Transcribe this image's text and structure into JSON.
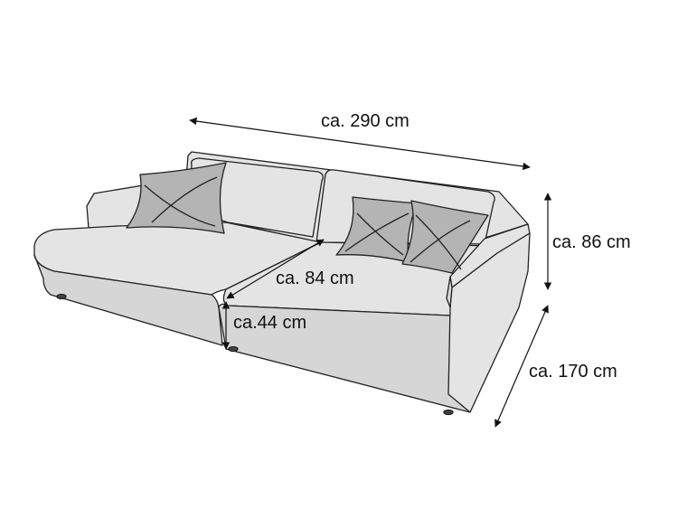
{
  "dimensions": {
    "width": "ca. 290 cm",
    "height": "ca. 86 cm",
    "seat_depth": "ca. 84 cm",
    "seat_height": "ca.44 cm",
    "depth": "ca. 170 cm"
  },
  "colors": {
    "upholstery": "#e4e4e4",
    "upholstery_shadow": "#d6d6d6",
    "cushion_pillow": "#b4b4b4",
    "outline": "#222222",
    "arrow": "#111111"
  }
}
